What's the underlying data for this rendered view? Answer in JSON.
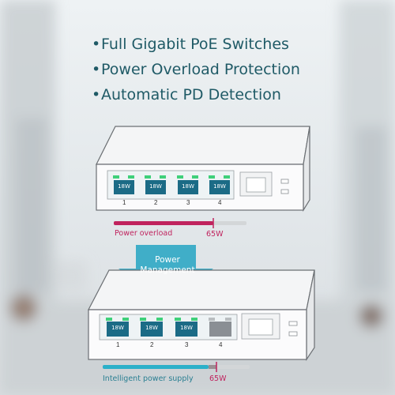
{
  "headline": {
    "bullet_char": "•",
    "features": [
      "Full Gigabit PoE Switches",
      "Power Overload Protection",
      "Automatic PD Detection"
    ]
  },
  "top_switch": {
    "port_labels": [
      "18W",
      "18W",
      "18W",
      "18W"
    ],
    "port_numbers": [
      "1",
      "2",
      "3",
      "4"
    ],
    "bar_caption": "Power overload",
    "bar_limit": "65W",
    "bar_fill_fraction": 0.75,
    "accent": "#c0235e"
  },
  "transition": {
    "label_line1": "Power",
    "label_line2": "Management",
    "arrow_color": "#2fa7c4"
  },
  "bottom_switch": {
    "port_labels": [
      "18W",
      "18W",
      "18W"
    ],
    "port_numbers": [
      "1",
      "2",
      "3",
      "4"
    ],
    "bar_caption": "Intelligent power supply",
    "bar_limit": "65W",
    "bar_fill_fraction": 0.72,
    "accent": "#2bb0c9",
    "limit_color": "#c0235e"
  },
  "colors": {
    "heading": "#1f5a66",
    "port_active": "#1b6b86",
    "port_idle": "#8a8f94",
    "led_green": "#3fd07a"
  }
}
